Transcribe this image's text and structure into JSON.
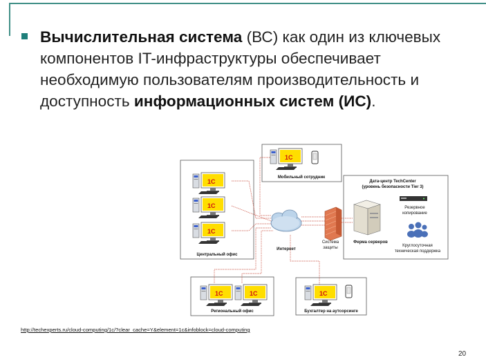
{
  "slide": {
    "text_parts": [
      {
        "t": "Вычислительная система",
        "b": true
      },
      {
        "t": " (ВС) как один из ключевых компонентов IT-инфраструктуры обеспечивает необходимую пользователям производительность и доступность ",
        "b": false
      },
      {
        "t": "информационных систем (ИС)",
        "b": true
      },
      {
        "t": ".",
        "b": false
      }
    ],
    "source_url": "http://techexperts.ru/cloud-computing/1c/?clear_cache=Y&element=1c&infoblock=cloud-computing",
    "page_number": "20"
  },
  "diagram": {
    "logo_text": "1С",
    "mobile_label": "Мобильный сотрудник",
    "central_label": "Центральный офис",
    "internet_label": "Интернет",
    "security_label_1": "Система",
    "security_label_2": "защиты",
    "dc_title_1": "Дата-центр TechCenter",
    "dc_title_2": "(уровень безопасности Tier 3)",
    "backup_label_1": "Резервное",
    "backup_label_2": "копирование",
    "servers_label": "Ферма серверов",
    "support_label_1": "Круглосуточная",
    "support_label_2": "техническая поддержка",
    "regional_label": "Региональный офис",
    "accountant_label": "Бухгалтер на аутсорсинге"
  },
  "colors": {
    "accent": "#3f8f86",
    "bullet": "#1f7f7a",
    "logo_bg": "#ffde00",
    "logo_text": "#d01010",
    "connection": "#c84a3a",
    "firewall": "#e07850",
    "cloud": "#bcd4ea"
  }
}
